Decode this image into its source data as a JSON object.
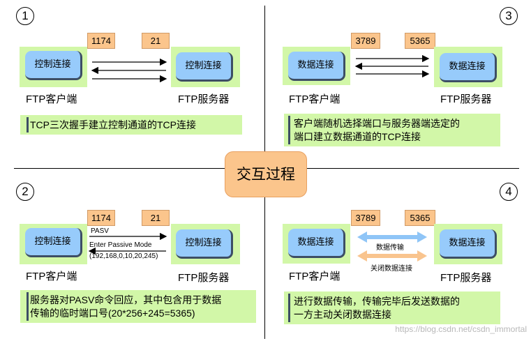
{
  "center_label": "交互过程",
  "panels": [
    {
      "number": "1",
      "client_box": "控制连接",
      "server_box": "控制连接",
      "client_port": "1174",
      "server_port": "21",
      "client_label": "FTP客户端",
      "server_label": "FTP服务器",
      "description_lines": [
        "TCP三次握手建立控制通道的TCP连接"
      ]
    },
    {
      "number": "2",
      "client_box": "控制连接",
      "server_box": "控制连接",
      "client_port": "1174",
      "server_port": "21",
      "client_label": "FTP客户端",
      "server_label": "FTP服务器",
      "command": "PASV",
      "response": "Enter Passive Mode",
      "response_args": "(192,168,0,10,20,245)",
      "description_lines": [
        "服务器对PASV命令回应，其中包含用于数据",
        "传输的临时端口号(20*256+245=5365)"
      ]
    },
    {
      "number": "3",
      "client_box": "数据连接",
      "server_box": "数据连接",
      "client_port": "3789",
      "server_port": "5365",
      "client_label": "FTP客户端",
      "server_label": "FTP服务器",
      "description_lines": [
        "客户端随机选择端口与服务器端选定的",
        "端口建立数据通道的TCP连接"
      ]
    },
    {
      "number": "4",
      "client_box": "数据连接",
      "server_box": "数据连接",
      "client_port": "3789",
      "server_port": "5365",
      "client_label": "FTP客户端",
      "server_label": "FTP服务器",
      "transfer_label": "数据传输",
      "close_label": "关闭数据连接",
      "description_lines": [
        "进行数据传输，传输完毕后发送数据的",
        "一方主动关闭数据连接"
      ]
    }
  ],
  "watermark": "https://blog.csdn.net/csdn_immortal",
  "colors": {
    "green": "#d2f7a8",
    "blue": "#97cbfb",
    "orange": "#fbc58c",
    "arrow_blue": "#8fc5f7",
    "arrow_orange": "#f9c48e"
  }
}
